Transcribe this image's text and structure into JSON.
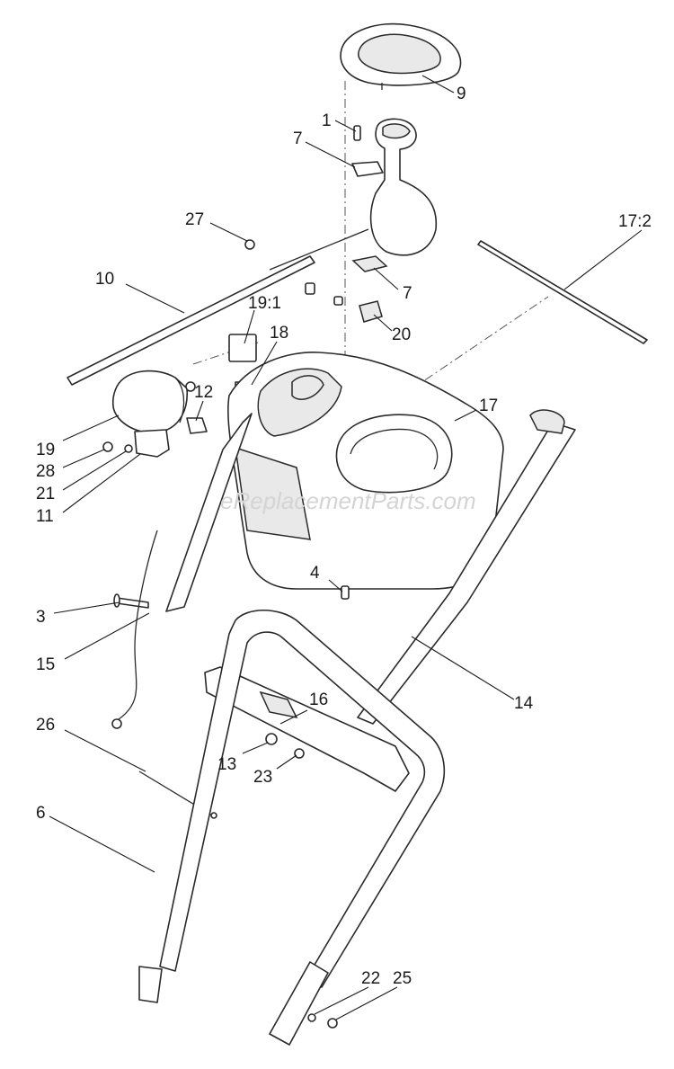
{
  "watermark": "eReplacementParts.com",
  "callouts": [
    {
      "id": "9",
      "label": "9"
    },
    {
      "id": "1",
      "label": "1"
    },
    {
      "id": "7a",
      "label": "7"
    },
    {
      "id": "27",
      "label": "27"
    },
    {
      "id": "17_2",
      "label": "17:2"
    },
    {
      "id": "10",
      "label": "10"
    },
    {
      "id": "7b",
      "label": "7"
    },
    {
      "id": "19_1",
      "label": "19:1"
    },
    {
      "id": "18",
      "label": "18"
    },
    {
      "id": "20",
      "label": "20"
    },
    {
      "id": "12",
      "label": "12"
    },
    {
      "id": "17",
      "label": "17"
    },
    {
      "id": "19",
      "label": "19"
    },
    {
      "id": "28",
      "label": "28"
    },
    {
      "id": "21",
      "label": "21"
    },
    {
      "id": "11",
      "label": "11"
    },
    {
      "id": "4",
      "label": "4"
    },
    {
      "id": "3",
      "label": "3"
    },
    {
      "id": "15",
      "label": "15"
    },
    {
      "id": "14",
      "label": "14"
    },
    {
      "id": "16",
      "label": "16"
    },
    {
      "id": "26",
      "label": "26"
    },
    {
      "id": "13",
      "label": "13"
    },
    {
      "id": "23",
      "label": "23"
    },
    {
      "id": "6",
      "label": "6"
    },
    {
      "id": "22",
      "label": "22"
    },
    {
      "id": "25",
      "label": "25"
    }
  ]
}
